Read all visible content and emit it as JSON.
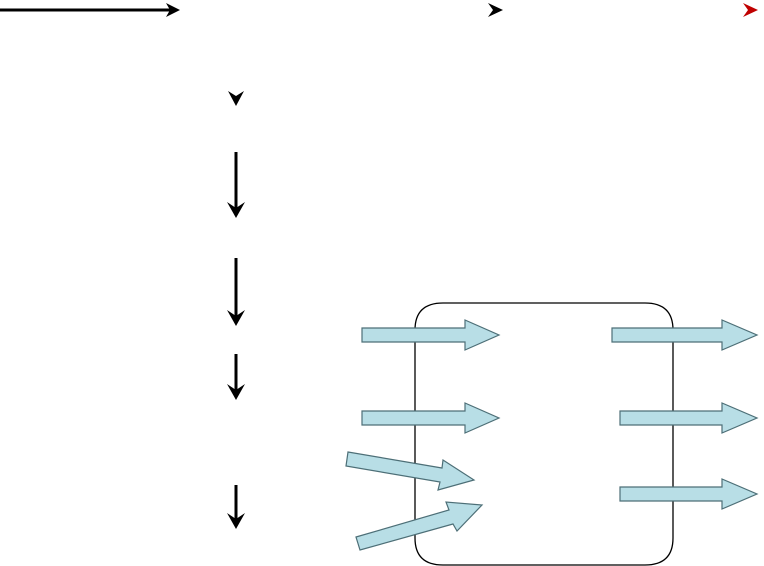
{
  "diagram": {
    "colors": {
      "line": "#000000",
      "block_arrow_fill": "#b8dee6",
      "block_arrow_stroke": "#4d6f77",
      "accent_arrowhead": "#c00000",
      "background": "#ffffff"
    },
    "top_row": [
      "long-right-arrow-icon",
      "chevron-right-icon",
      "chevron-right-red-icon"
    ],
    "left_column": [
      "chevron-down-icon",
      "down-arrow-icon",
      "down-arrow-icon",
      "down-arrow-icon",
      "down-arrow-icon"
    ],
    "process_box": {
      "shape": "rounded-rectangle",
      "inputs": 4,
      "outputs": 3
    }
  }
}
